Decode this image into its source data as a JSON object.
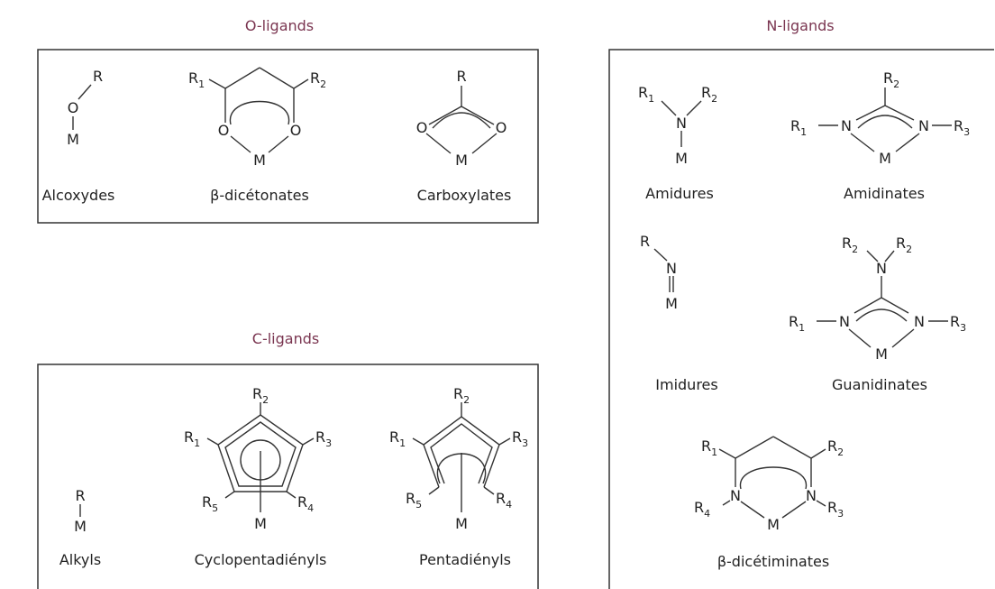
{
  "colors": {
    "title": "#7a3550",
    "ink": "#222222"
  },
  "sections": {
    "o_ligands": {
      "title": "O-ligands",
      "alcoxydes": {
        "label": "Alcoxydes",
        "r": "R",
        "o": "O",
        "m": "M"
      },
      "dicetonates": {
        "label": "β-dicétonates",
        "r1": "R",
        "r1_sub": "1",
        "r2": "R",
        "r2_sub": "2",
        "o1": "O",
        "o2": "O",
        "m": "M"
      },
      "carboxylates": {
        "label": "Carboxylates",
        "r": "R",
        "o1": "O",
        "o2": "O",
        "m": "M"
      }
    },
    "n_ligands": {
      "title": "N-ligands",
      "amidures": {
        "label": "Amidures",
        "r1": "R",
        "r1_sub": "1",
        "r2": "R",
        "r2_sub": "2",
        "n": "N",
        "m": "M"
      },
      "amidinates": {
        "label": "Amidinates",
        "r1": "R",
        "r1_sub": "1",
        "r2": "R",
        "r2_sub": "2",
        "r3": "R",
        "r3_sub": "3",
        "n1": "N",
        "n2": "N",
        "m": "M"
      },
      "imidures": {
        "label": "Imidures",
        "r": "R",
        "n": "N",
        "m": "M"
      },
      "guanidinates": {
        "label": "Guanidinates",
        "r1": "R",
        "r1_sub": "1",
        "r2a": "R",
        "r2a_sub": "2",
        "r2b": "R",
        "r2b_sub": "2",
        "r3": "R",
        "r3_sub": "3",
        "n_top": "N",
        "n1": "N",
        "n2": "N",
        "m": "M"
      },
      "dicetiminates": {
        "label": "β-dicétiminates",
        "r1": "R",
        "r1_sub": "1",
        "r2": "R",
        "r2_sub": "2",
        "r3": "R",
        "r3_sub": "3",
        "r4": "R",
        "r4_sub": "4",
        "n1": "N",
        "n2": "N",
        "m": "M"
      }
    },
    "c_ligands": {
      "title": "C-ligands",
      "alkyls": {
        "label": "Alkyls",
        "r": "R",
        "m": "M"
      },
      "cyclopentadienyls": {
        "label": "Cyclopentadiényls",
        "r1": "R",
        "r1_sub": "1",
        "r2": "R",
        "r2_sub": "2",
        "r3": "R",
        "r3_sub": "3",
        "r4": "R",
        "r4_sub": "4",
        "r5": "R",
        "r5_sub": "5",
        "m": "M"
      },
      "pentadienyls": {
        "label": "Pentadiényls",
        "r1": "R",
        "r1_sub": "1",
        "r2": "R",
        "r2_sub": "2",
        "r3": "R",
        "r3_sub": "3",
        "r4": "R",
        "r4_sub": "4",
        "r5": "R",
        "r5_sub": "5",
        "m": "M"
      }
    }
  }
}
